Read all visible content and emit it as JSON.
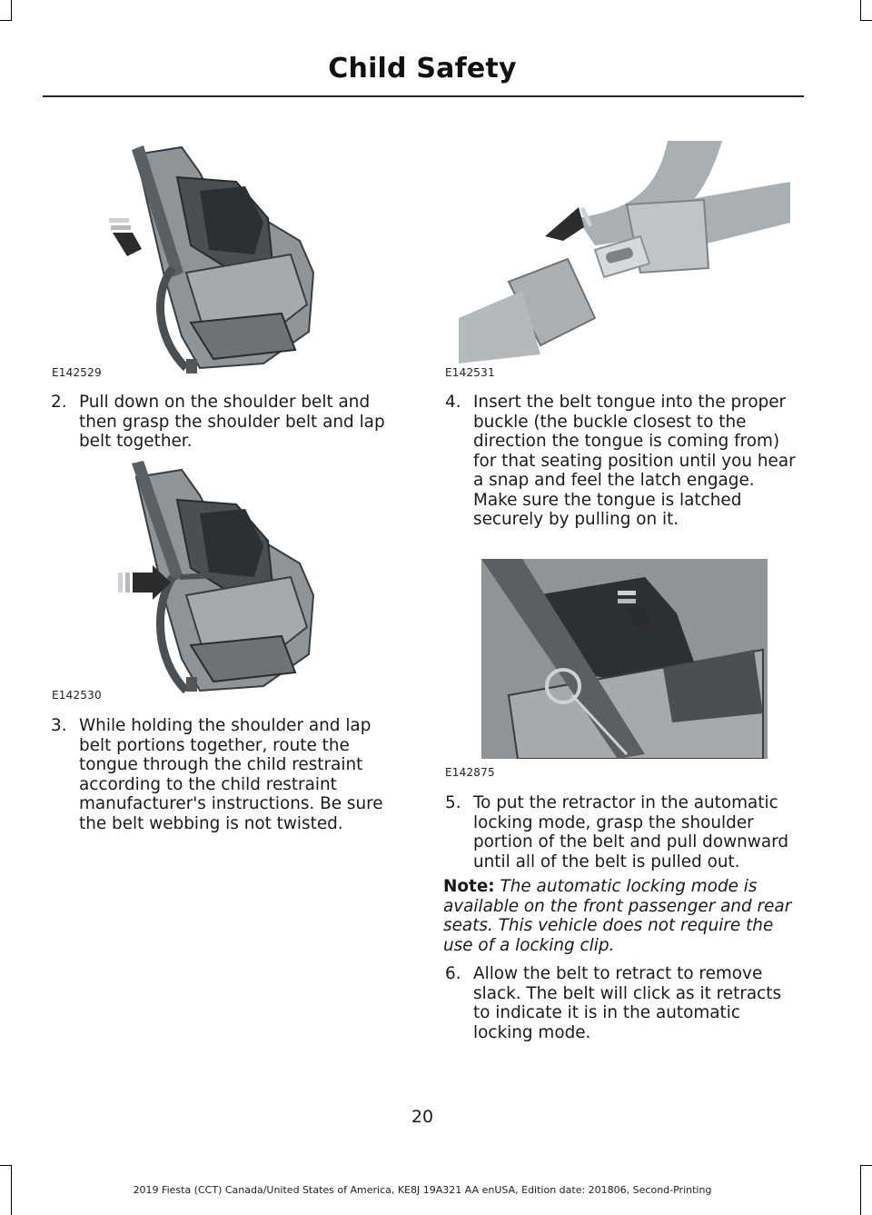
{
  "header": {
    "title": "Child Safety"
  },
  "figures": {
    "fig1": {
      "code": "E142529"
    },
    "fig2": {
      "code": "E142531"
    },
    "fig3": {
      "code": "E142530"
    },
    "fig4": {
      "code": "E142875"
    }
  },
  "steps": [
    {
      "num": "2.",
      "text": "Pull down on the shoulder belt and then grasp the shoulder belt and lap belt together."
    },
    {
      "num": "3.",
      "text": "While holding the shoulder and lap belt portions together, route the tongue through the child restraint according to the child restraint manufacturer's instructions. Be sure the belt webbing is not twisted."
    },
    {
      "num": "4.",
      "text": "Insert the belt tongue into the proper buckle (the buckle closest to the direction the tongue is coming from) for that seating position until you hear a snap and feel the latch engage. Make sure the tongue is latched securely by pulling on it."
    },
    {
      "num": "5.",
      "text": "To put the retractor in the automatic locking mode, grasp the shoulder portion of the belt and pull downward until all of the belt is pulled out."
    },
    {
      "num": "6.",
      "text": "Allow the belt to retract to remove slack. The belt will click as it retracts to indicate it is in the automatic locking mode."
    }
  ],
  "note": {
    "label": "Note:",
    "text": " The automatic locking mode is available on the front passenger and rear seats. This vehicle does not require the use of a locking clip."
  },
  "page_number": "20",
  "footer": "2019 Fiesta (CCT) Canada/United States of America, KE8J 19A321 AA enUSA, Edition date: 201806, Second-Printing"
}
